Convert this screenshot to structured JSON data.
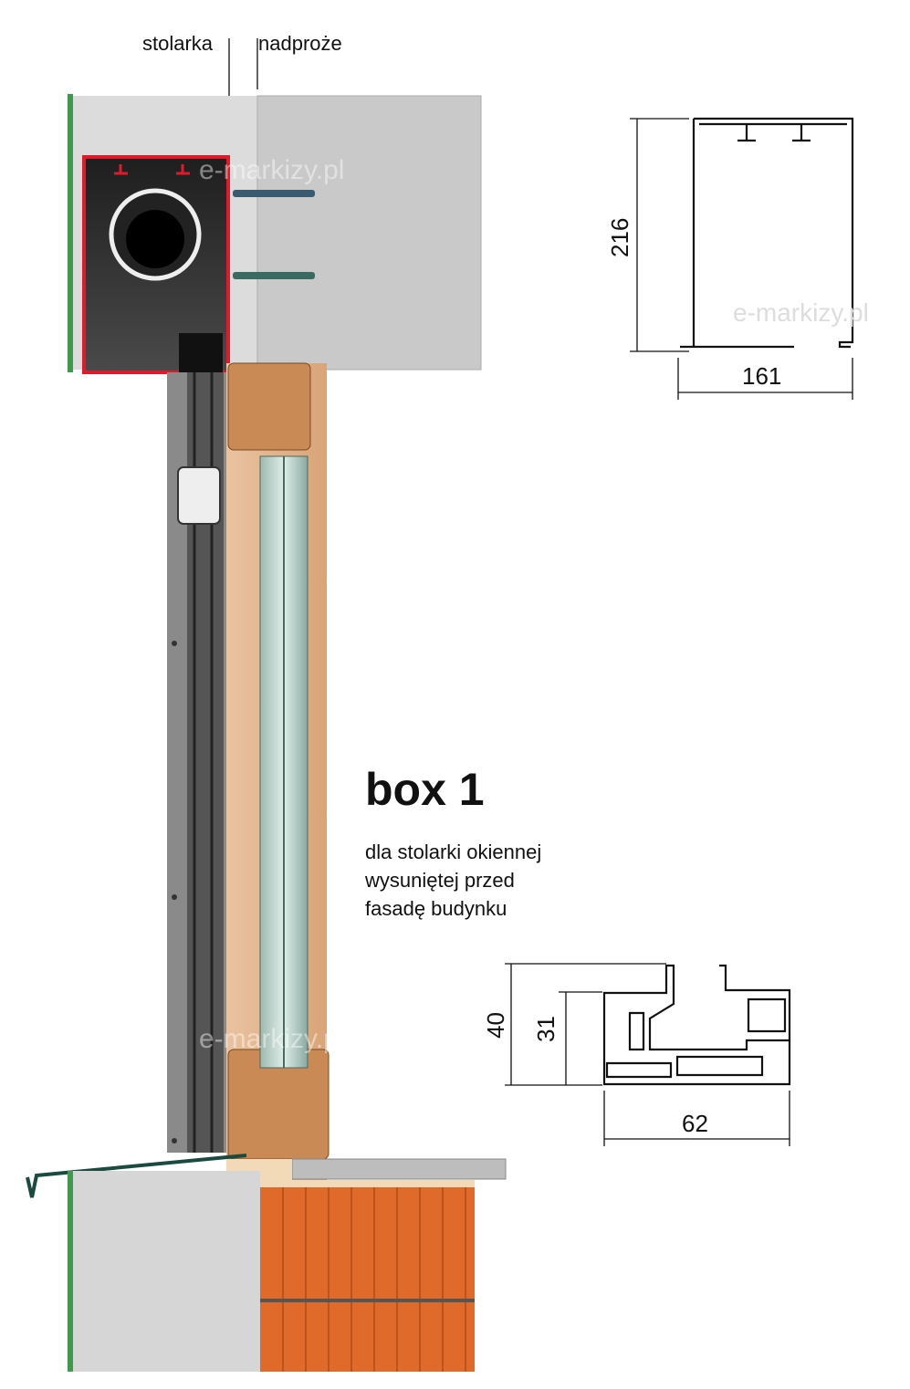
{
  "labels": {
    "frame": "stolarka",
    "lintel": "nadproże"
  },
  "watermark": "e-markizy.pl",
  "box": {
    "title": "box 1",
    "description": [
      "dla stolarki okiennej",
      "wysuniętej przed",
      "fasadę budynku"
    ]
  },
  "box_profile": {
    "height": "216",
    "width": "161"
  },
  "guide_profile": {
    "height_total": "40",
    "height_inner": "31",
    "width": "62"
  },
  "colors": {
    "box_outline": "#e0192b",
    "box_fill": "#2a2a2a",
    "concrete": "#d4d4d4",
    "wood": "#e2b48a",
    "brick": "#e06a2a",
    "insulation_green": "#3c9a4a"
  }
}
